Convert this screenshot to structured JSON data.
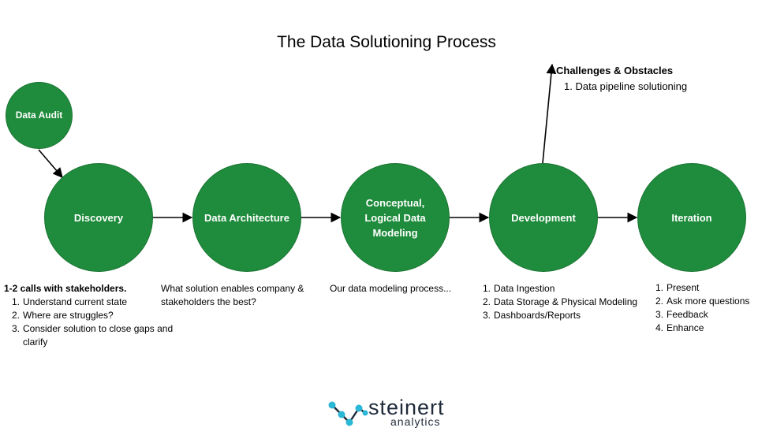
{
  "title": "The Data Solutioning Process",
  "nodes": [
    {
      "label": "Data Audit"
    },
    {
      "label": "Discovery"
    },
    {
      "label": "Data Architecture"
    },
    {
      "label": "Conceptual, Logical Data Modeling"
    },
    {
      "label": "Development"
    },
    {
      "label": "Iteration"
    }
  ],
  "discovery_notes": {
    "heading": "1-2 calls with stakeholders.",
    "items": [
      {
        "num": "1.",
        "text": "Understand current state"
      },
      {
        "num": "2.",
        "text": "Where are struggles?"
      },
      {
        "num": "3.",
        "text": "Consider solution to close gaps and clarify"
      }
    ]
  },
  "architecture_notes": {
    "text": "What solution enables company & stakeholders the best?"
  },
  "modeling_notes": {
    "text": "Our data modeling process..."
  },
  "development_notes": {
    "items": [
      {
        "num": "1.",
        "text": "Data Ingestion"
      },
      {
        "num": "2.",
        "text": "Data Storage & Physical Modeling"
      },
      {
        "num": "3.",
        "text": "Dashboards/Reports"
      }
    ]
  },
  "iteration_notes": {
    "items": [
      {
        "num": "1.",
        "text": "Present"
      },
      {
        "num": "2.",
        "text": "Ask more questions"
      },
      {
        "num": "3.",
        "text": "Feedback"
      },
      {
        "num": "4.",
        "text": "Enhance"
      }
    ]
  },
  "challenges": {
    "heading": "Challenges & Obstacles",
    "item_num": "1.",
    "item_text": "Data pipeline solutioning"
  },
  "logo": {
    "word1": "steinert",
    "word2": "analytics"
  },
  "colors": {
    "node_fill": "#1f8b3c",
    "logo_accent": "#2bb7d6",
    "logo_text": "#1f2a3a"
  }
}
